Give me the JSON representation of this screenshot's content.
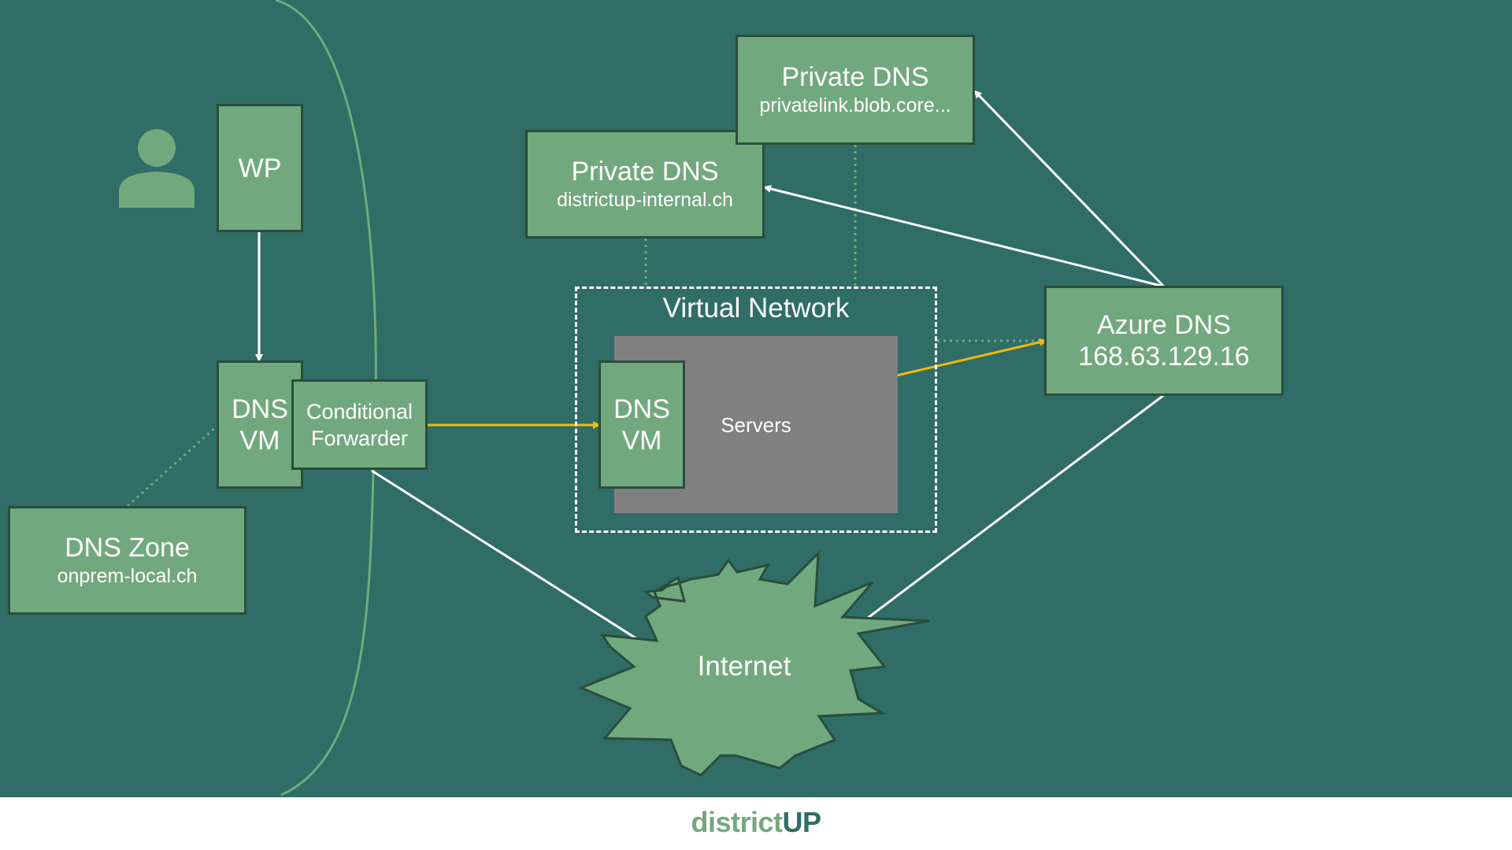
{
  "colors": {
    "background": "#2f6d66",
    "box_fill": "#72a87e",
    "box_border": "#2a4d3c",
    "flow_arrow": "#f5b80c",
    "white_arrow": "#ffffff",
    "servers_fill": "#808080"
  },
  "diagram": {
    "wp": {
      "label": "WP"
    },
    "onprem_dns_vm": {
      "line1": "DNS",
      "line2": "VM"
    },
    "conditional_forwarder": {
      "line1": "Conditional",
      "line2": "Forwarder"
    },
    "dns_zone": {
      "title": "DNS Zone",
      "subtitle": "onprem-local.ch"
    },
    "private_dns_internal": {
      "title": "Private DNS",
      "subtitle": "districtup-internal.ch"
    },
    "private_dns_blob": {
      "title": "Private DNS",
      "subtitle": "privatelink.blob.core..."
    },
    "virtual_network": {
      "label": "Virtual Network"
    },
    "servers": {
      "label": "Servers"
    },
    "azure_dns_vm": {
      "line1": "DNS",
      "line2": "VM"
    },
    "azure_dns": {
      "title": "Azure DNS",
      "subtitle": "168.63.129.16"
    },
    "internet": {
      "label": "Internet"
    },
    "user_icon": "person-icon"
  },
  "footer": {
    "brand_part1": "district",
    "brand_part2": "UP"
  }
}
